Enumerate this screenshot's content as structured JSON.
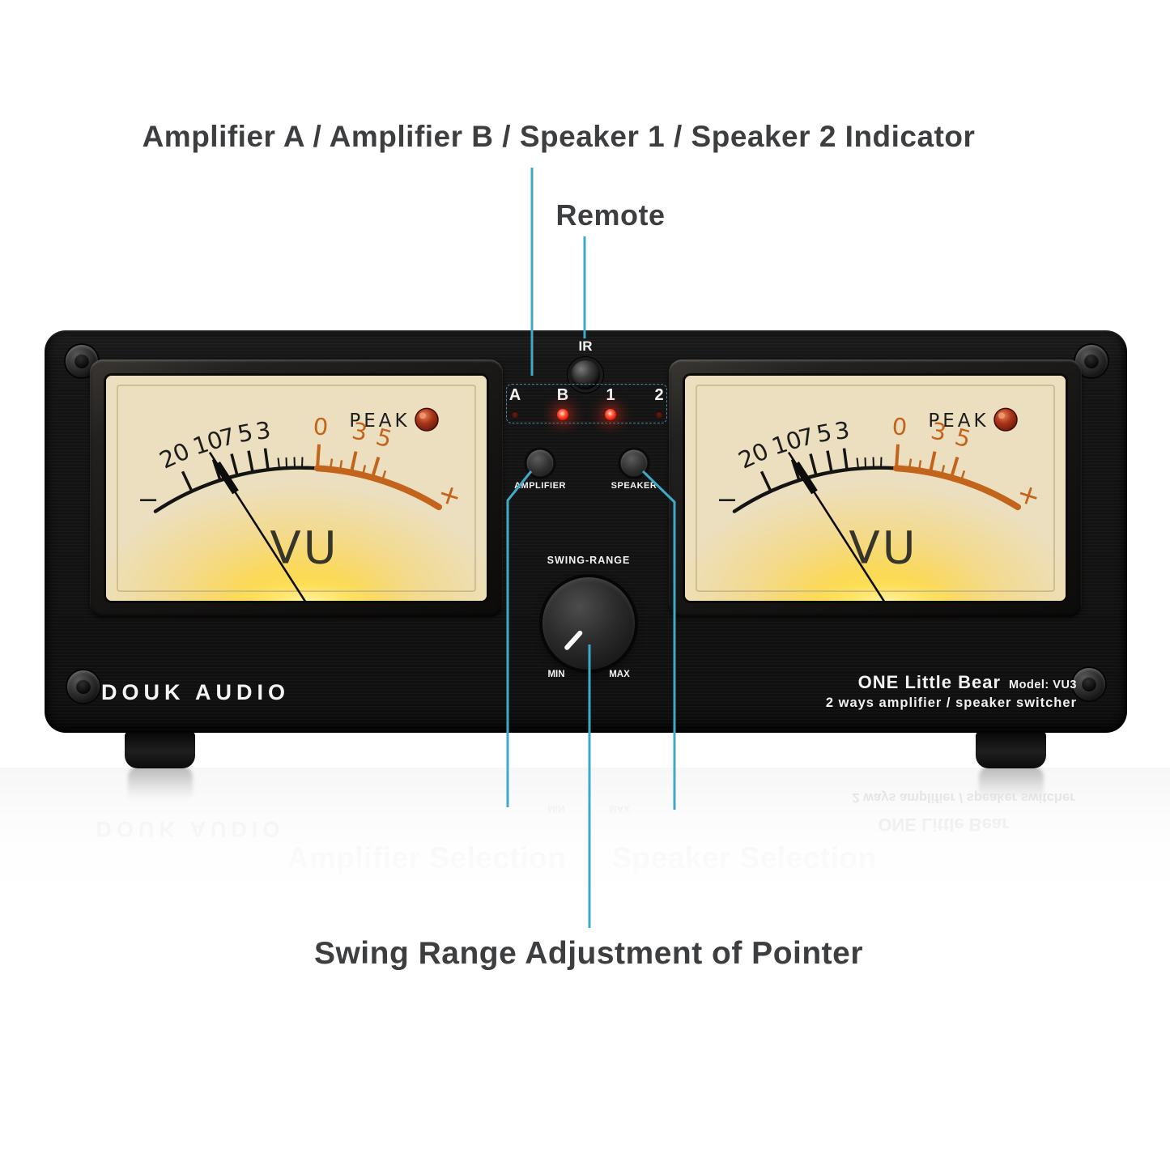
{
  "annotations": {
    "indicator_label": "Amplifier A / Amplifier B / Speaker 1 / Speaker 2 Indicator",
    "remote_label": "Remote",
    "amplifier_selection_label": "Amplifier Selection",
    "speaker_selection_label": "Speaker Selection",
    "swing_range_label": "Swing Range Adjustment of Pointer",
    "callout_color": "#3fa9c8"
  },
  "device": {
    "brand": "DOUK AUDIO",
    "model_name": "ONE Little Bear",
    "model_number": "Model: VU3",
    "model_description": "2 ways amplifier / speaker switcher",
    "ir_label": "IR",
    "indicators": [
      {
        "label": "A",
        "lit": false
      },
      {
        "label": "B",
        "lit": true
      },
      {
        "label": "1",
        "lit": true
      },
      {
        "label": "2",
        "lit": false
      }
    ],
    "amplifier_button_label": "AMPLIFIER",
    "speaker_button_label": "SPEAKER",
    "knob": {
      "label": "SWING-RANGE",
      "min_label": "MIN",
      "max_label": "MAX"
    },
    "colors": {
      "led_on": "#ff2d1f",
      "led_off": "#541410",
      "panel": "#141414",
      "scale_orange": "#c2641c"
    }
  },
  "meter": {
    "unit_label": "VU",
    "peak_label": "PEAK",
    "minus_label": "−",
    "plus_label": "+",
    "scale_black": [
      "20",
      "10",
      "7",
      "5",
      "3"
    ],
    "scale_red": [
      "0",
      "3",
      "5"
    ]
  }
}
